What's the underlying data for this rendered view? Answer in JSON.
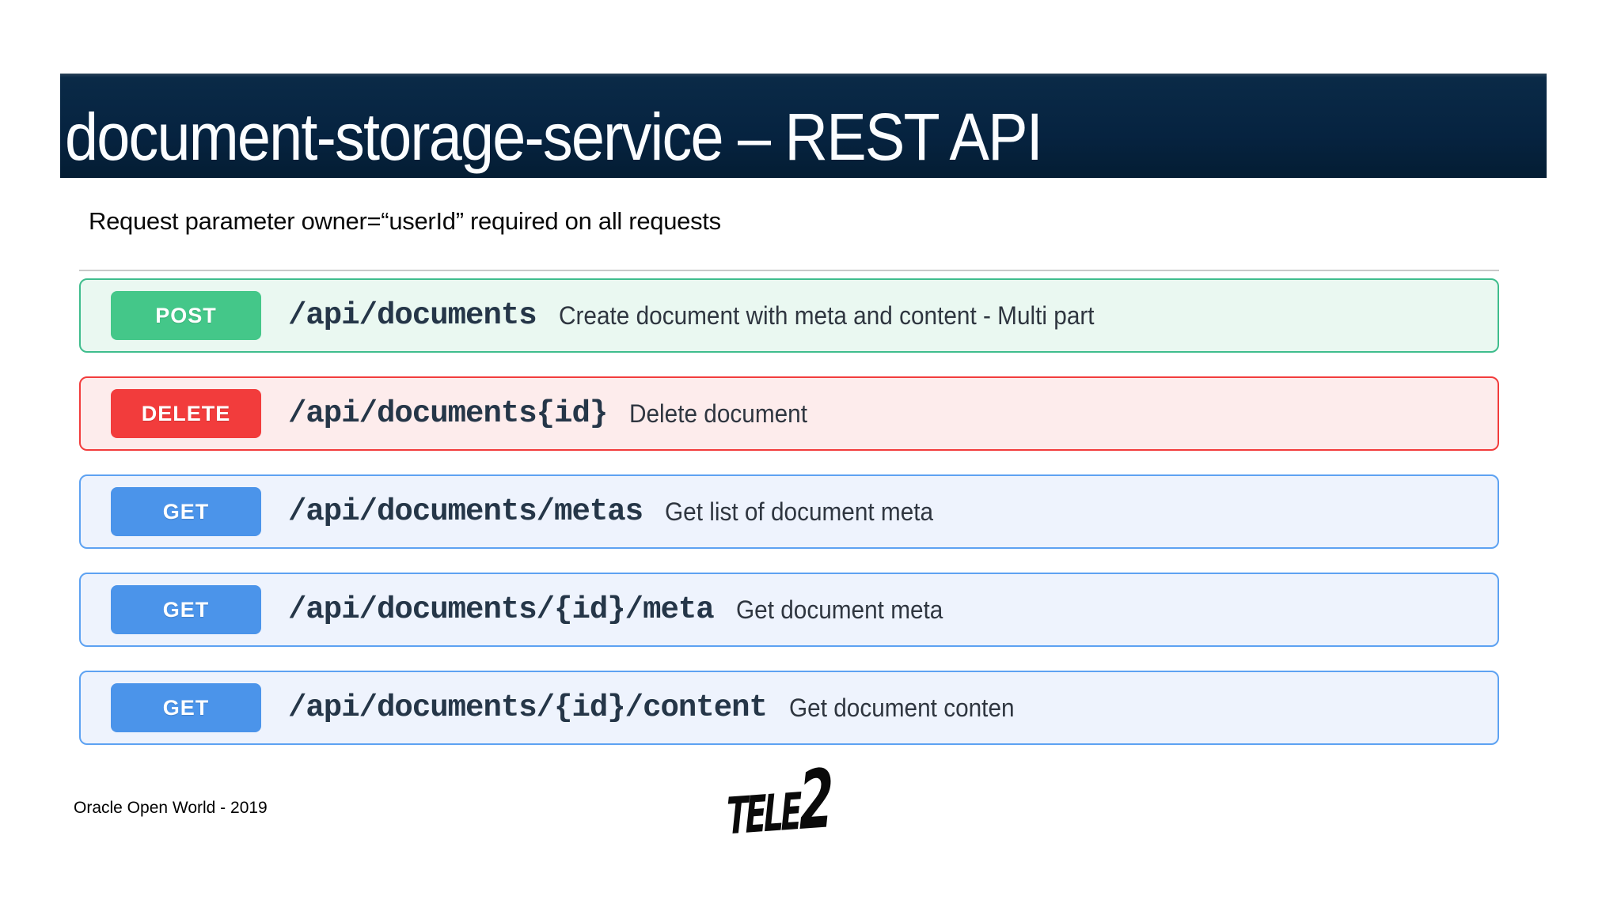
{
  "slide": {
    "title": "document-storage-service – REST API",
    "subtitle": "Request parameter owner=“userId” required on all requests",
    "footer": "Oracle Open World - 2019",
    "logo": {
      "text_main": "TELE",
      "text_accent": "2"
    }
  },
  "api": {
    "endpoints": [
      {
        "method": "POST",
        "path": "/api/documents",
        "description": "Create document with meta and content - Multi part",
        "color": "green"
      },
      {
        "method": "DELETE",
        "path": "/api/documents{id}",
        "description": "Delete document",
        "color": "red"
      },
      {
        "method": "GET",
        "path": "/api/documents/metas",
        "description": "Get list of document meta",
        "color": "blue"
      },
      {
        "method": "GET",
        "path": "/api/documents/{id}/meta",
        "description": "Get document meta",
        "color": "blue"
      },
      {
        "method": "GET",
        "path": "/api/documents/{id}/content",
        "description": "Get document conten",
        "color": "blue"
      }
    ]
  },
  "colors": {
    "header_bg": "#062340",
    "divider": "#c9c9c9",
    "methods": {
      "green": {
        "badge": "#44c789",
        "border": "#3fbd8d",
        "bg": "#eaf8f1"
      },
      "red": {
        "badge": "#f23c3c",
        "border": "#f23c3c",
        "bg": "#fdecec"
      },
      "blue": {
        "badge": "#4b94ea",
        "border": "#5da2f2",
        "bg": "#eef3fd"
      }
    }
  }
}
